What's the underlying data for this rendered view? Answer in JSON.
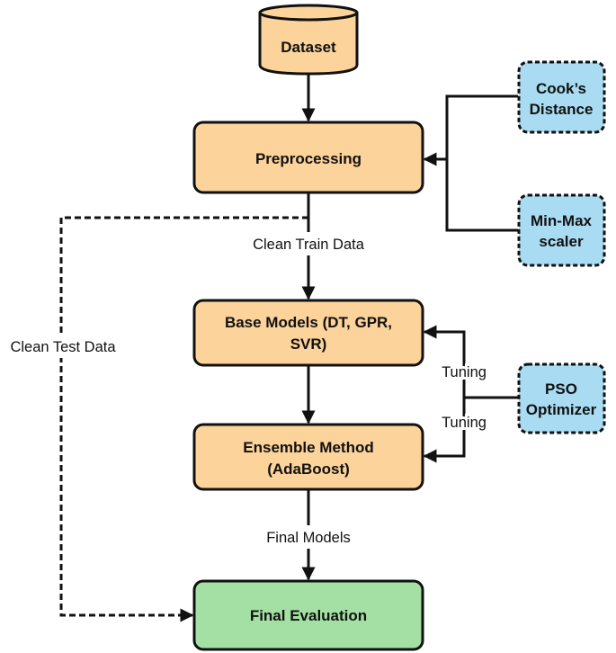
{
  "nodes": {
    "dataset": {
      "label": "Dataset",
      "color": "#fbd39b"
    },
    "preprocessing": {
      "label": "Preprocessing",
      "color": "#fbd39b"
    },
    "cooks_distance": {
      "lines": [
        "Cook’s",
        "Distance"
      ],
      "color": "#a9dcf2"
    },
    "min_max_scaler": {
      "lines": [
        "Min-Max",
        "scaler"
      ],
      "color": "#a9dcf2"
    },
    "base_models": {
      "lines": [
        "Base Models (DT, GPR,",
        "SVR)"
      ],
      "color": "#fbd39b"
    },
    "pso_optimizer": {
      "lines": [
        "PSO",
        "Optimizer"
      ],
      "color": "#a9dcf2"
    },
    "ensemble_method": {
      "lines": [
        "Ensemble Method",
        "(AdaBoost)"
      ],
      "color": "#fbd39b"
    },
    "final_evaluation": {
      "label": "Final Evaluation",
      "color": "#a4e0a4"
    }
  },
  "edges": {
    "clean_train_data": "Clean Train Data",
    "clean_test_data": "Clean Test Data",
    "tuning_top": "Tuning",
    "tuning_bottom": "Tuning",
    "final_models": "Final Models"
  }
}
